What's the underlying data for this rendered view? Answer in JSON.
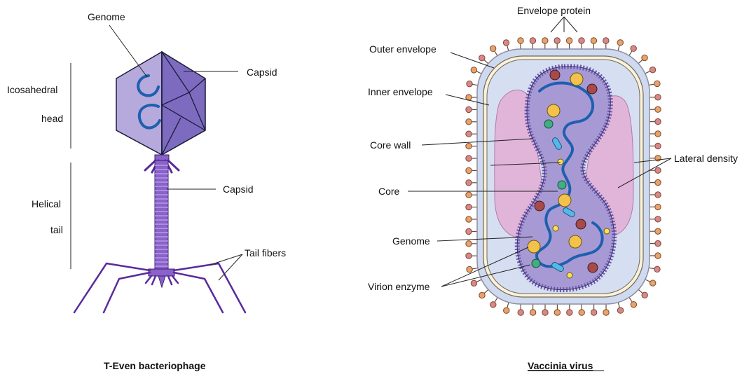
{
  "phage": {
    "labels": {
      "genome": "Genome",
      "capsid_head": "Capsid",
      "icosahedral": "Icosahedral",
      "head": "head",
      "helical": "Helical",
      "tail": "tail",
      "capsid_tail": "Capsid",
      "tail_fibers": "Tail fibers"
    },
    "caption": "T-Even bacteriophage"
  },
  "vaccinia": {
    "labels": {
      "envelope_protein": "Envelope protein",
      "outer_envelope": "Outer envelope",
      "inner_envelope": "Inner envelope",
      "core_wall": "Core wall",
      "core": "Core",
      "genome": "Genome",
      "virion_enzyme": "Virion enzyme",
      "lateral_density": "Lateral density"
    },
    "caption": "Vaccinia virus"
  },
  "colors": {
    "phage_light": "#b6a9dc",
    "phage_dark": "#7d6bbf",
    "phage_outline": "#1b1b3a",
    "tail": "#8a62c9",
    "fibers": "#5a2a9e",
    "dna": "#1e5fb0",
    "spike_orange": "#e9a26a",
    "spike_pink": "#d9868c",
    "outer_env": "#cfd9ef",
    "inner_env_band": "#fbf1d9",
    "lateral": "#e1b5d9",
    "core_wall": "#6a5aa8",
    "core_fill": "#a79ad4",
    "enzyme_yellow": "#f2c24a",
    "enzyme_red": "#a84a4a",
    "enzyme_green": "#3fae82",
    "enzyme_cyan": "#54b8e8"
  }
}
